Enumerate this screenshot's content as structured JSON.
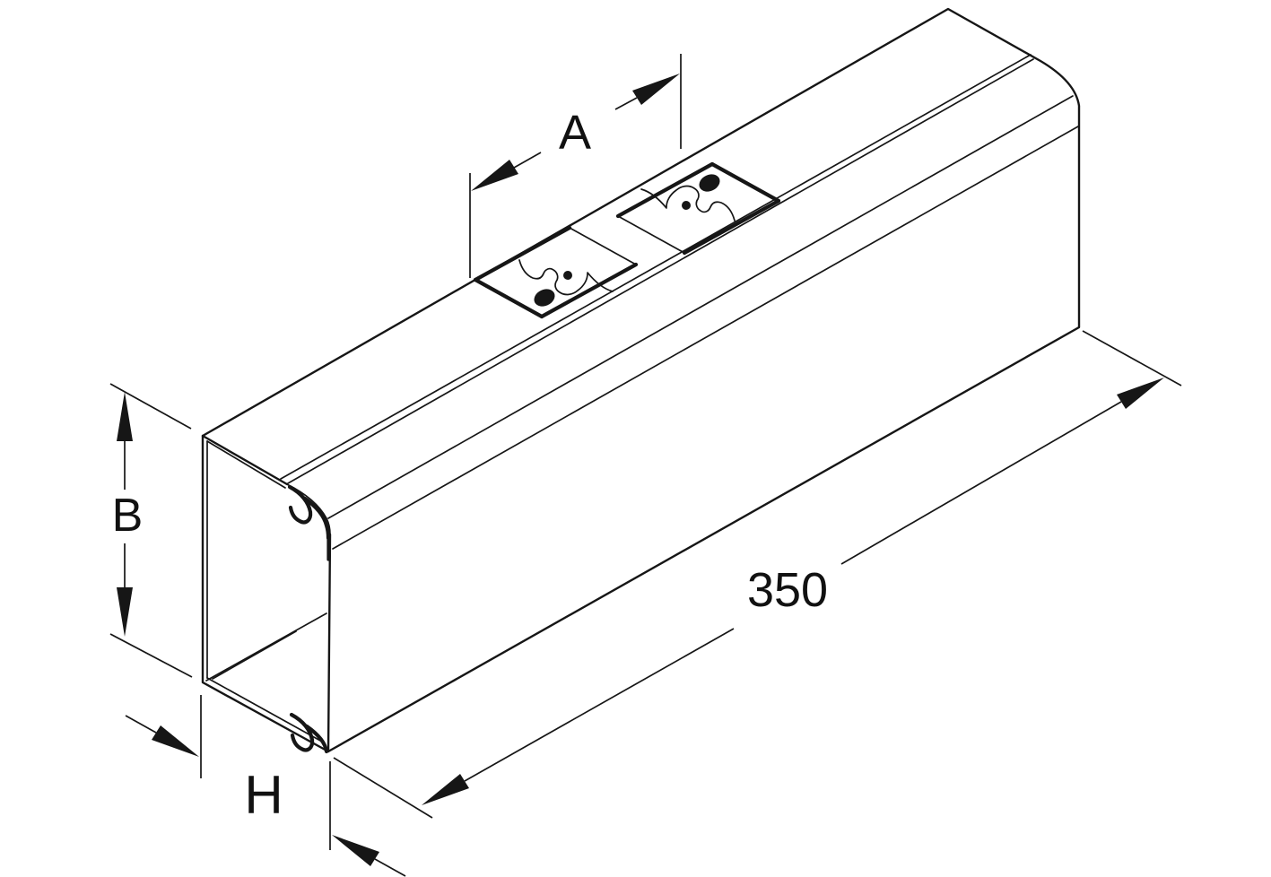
{
  "drawing": {
    "kind": "isometric-technical-line-drawing",
    "subject": "cable-trunking-with-lid-and-fixing-tabs",
    "labels": {
      "dim_a": "A",
      "dim_b": "B",
      "dim_h": "H",
      "dim_length": "350"
    },
    "colors": {
      "line": "#161616",
      "background": "#ffffff"
    }
  }
}
